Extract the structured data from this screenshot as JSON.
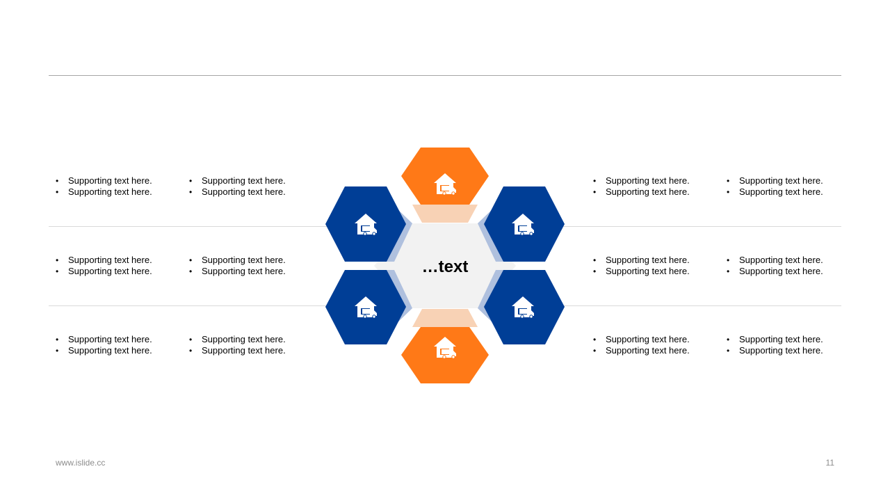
{
  "center_label": "…text",
  "icon_name": "warehouse-truck-icon",
  "colors": {
    "orange": "#FF7917",
    "blue": "#003E96",
    "orange_light": "#F8D2B5",
    "blue_light": "#AFC0DE",
    "center": "#F2F2F2"
  },
  "blocks": [
    {
      "lines": [
        "Supporting  text here.",
        "Supporting  text here."
      ]
    },
    {
      "lines": [
        "Supporting  text here.",
        "Supporting  text here."
      ]
    },
    {
      "lines": [
        "Supporting  text here.",
        "Supporting  text here."
      ]
    },
    {
      "lines": [
        "Supporting  text here.",
        "Supporting  text here."
      ]
    },
    {
      "lines": [
        "Supporting  text here.",
        "Supporting  text here."
      ]
    },
    {
      "lines": [
        "Supporting  text here.",
        "Supporting  text here."
      ]
    },
    {
      "lines": [
        "Supporting  text here.",
        "Supporting  text here."
      ]
    },
    {
      "lines": [
        "Supporting  text here.",
        "Supporting  text here."
      ]
    },
    {
      "lines": [
        "Supporting  text here.",
        "Supporting  text here."
      ]
    },
    {
      "lines": [
        "Supporting  text here.",
        "Supporting  text here."
      ]
    },
    {
      "lines": [
        "Supporting  text here.",
        "Supporting  text here."
      ]
    },
    {
      "lines": [
        "Supporting  text here.",
        "Supporting  text here."
      ]
    }
  ],
  "footer": {
    "url": "www.islide.cc",
    "page": "11"
  }
}
